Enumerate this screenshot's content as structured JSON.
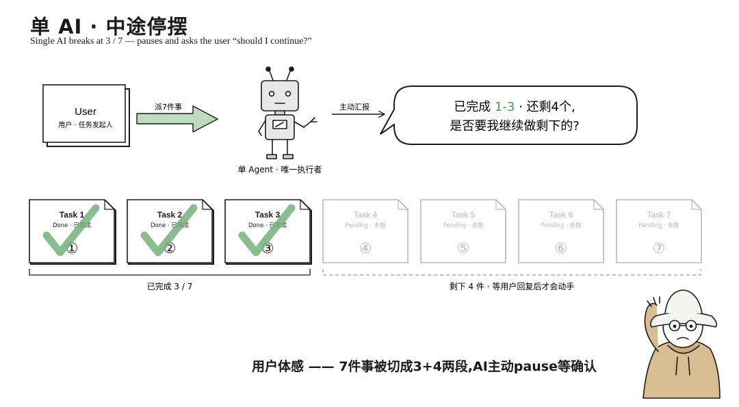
{
  "title": "单 AI · 中途停摆",
  "subtitle": "Single AI breaks at 3 / 7 — pauses and asks the user “should I continue?”",
  "user_box": {
    "title": "User",
    "subtitle": "用户 · 任务发起人"
  },
  "assign_arrow_label": "派7件事",
  "agent_label": "单 Agent · 唯一执行者",
  "report_arrow_label": "主动汇报",
  "speech_bubble": {
    "line1_prefix": "已完成 ",
    "line1_highlight": "1-3",
    "line1_suffix": " · 还剩4个,",
    "line2": "是否要我继续做剩下的?"
  },
  "tasks": [
    {
      "name": "Task 1",
      "status": "Done · 已完成",
      "number": "①",
      "done": true
    },
    {
      "name": "Task 2",
      "status": "Done · 已完成",
      "number": "②",
      "done": true
    },
    {
      "name": "Task 3",
      "status": "Done · 已完成",
      "number": "③",
      "done": true
    },
    {
      "name": "Task 4",
      "status": "Pending · 未做",
      "number": "④",
      "done": false
    },
    {
      "name": "Task 5",
      "status": "Pending · 未做",
      "number": "⑤",
      "done": false
    },
    {
      "name": "Task 6",
      "status": "Pending · 未做",
      "number": "⑥",
      "done": false
    },
    {
      "name": "Task 7",
      "status": "Pending · 未做",
      "number": "⑦",
      "done": false
    }
  ],
  "done_bracket_label": "已完成 3 / 7",
  "pending_bracket_label": "剩下 4 件 · 等用户回复后才会动手",
  "footer": "用户体感 —— 7件事被切成3+4两段,AI主动pause等确认",
  "colors": {
    "accent_green": "#4f9a5c",
    "check_green": "#6fae78",
    "arrow_fill": "#bcdcbc",
    "ink": "#1a1a1a",
    "pending_gray": "#b8b8b8",
    "hoodie": "#d8bc92",
    "hat": "#f4f4f0"
  }
}
